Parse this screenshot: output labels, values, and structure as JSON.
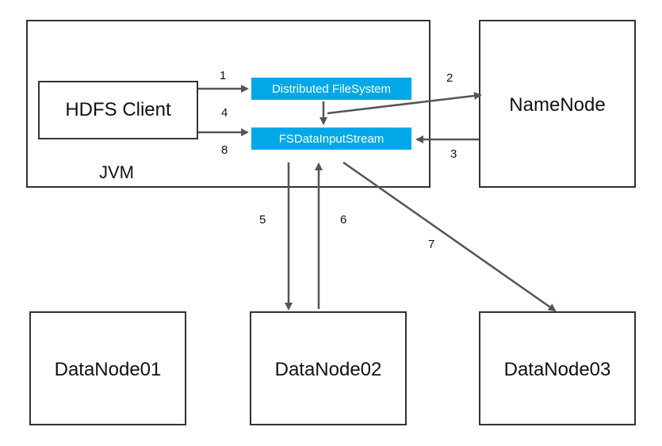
{
  "jvm": {
    "label": "JVM"
  },
  "client": {
    "label": "HDFS Client"
  },
  "namenode": {
    "label": "NameNode"
  },
  "components": {
    "dfs": "Distributed FileSystem",
    "stream": "FSDataInputStream"
  },
  "datanodes": [
    "DataNode01",
    "DataNode02",
    "DataNode03"
  ],
  "steps": [
    "1",
    "2",
    "3",
    "4",
    "5",
    "6",
    "7",
    "8"
  ],
  "colors": {
    "accent": "#00a8e8",
    "line": "#555555",
    "border": "#333333"
  }
}
